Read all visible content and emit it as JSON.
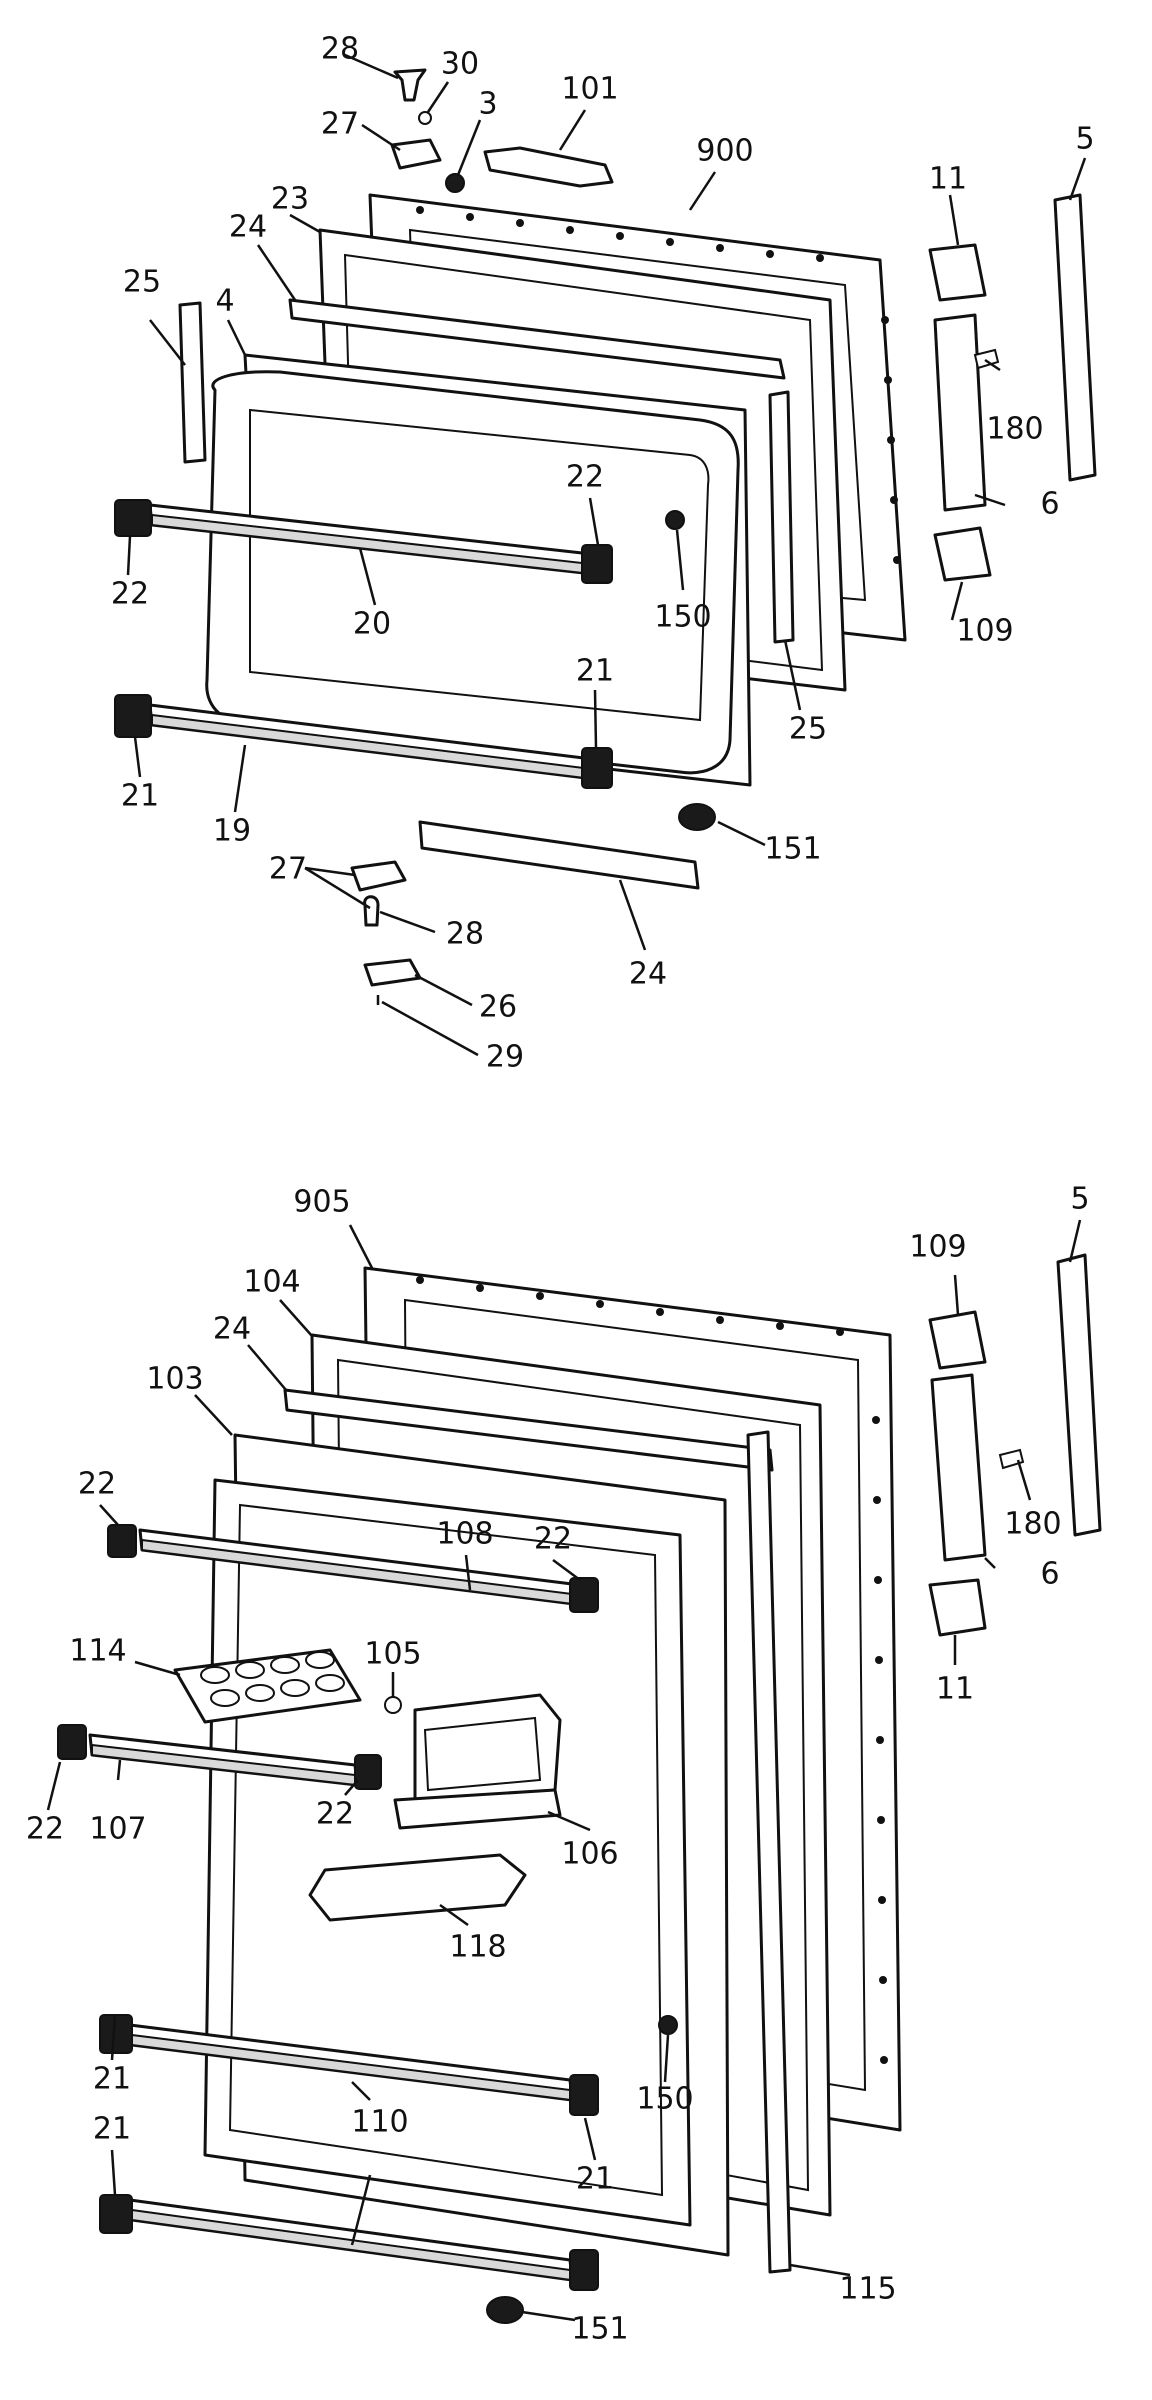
{
  "callouts": {
    "c28a": "28",
    "c30": "30",
    "c27a": "27",
    "c3": "3",
    "c101": "101",
    "c900": "900",
    "c11a": "11",
    "c5a": "5",
    "c23": "23",
    "c24a": "24",
    "c25a": "25",
    "c4": "4",
    "c180a": "180",
    "c22a": "22",
    "c6a": "6",
    "c150a": "150",
    "c22b": "22",
    "c20": "20",
    "c109a": "109",
    "c21a": "21",
    "c25b": "25",
    "c21b": "21",
    "c19": "19",
    "c151a": "151",
    "c27b": "27",
    "c28b": "28",
    "c24b": "24",
    "c26": "26",
    "c29": "29",
    "c905": "905",
    "c109b": "109",
    "c5b": "5",
    "c104": "104",
    "c24c": "24",
    "c103": "103",
    "c180b": "180",
    "c22c": "22",
    "c108": "108",
    "c22d": "22",
    "c6b": "6",
    "c105": "105",
    "c114": "114",
    "c11b": "11",
    "c22e": "22",
    "c107": "107",
    "c22f": "22",
    "c106": "106",
    "c118": "118",
    "c21c": "21",
    "c150b": "150",
    "c110": "110",
    "c21d": "21",
    "c21e": "21",
    "c115": "115",
    "c151b": "151"
  }
}
